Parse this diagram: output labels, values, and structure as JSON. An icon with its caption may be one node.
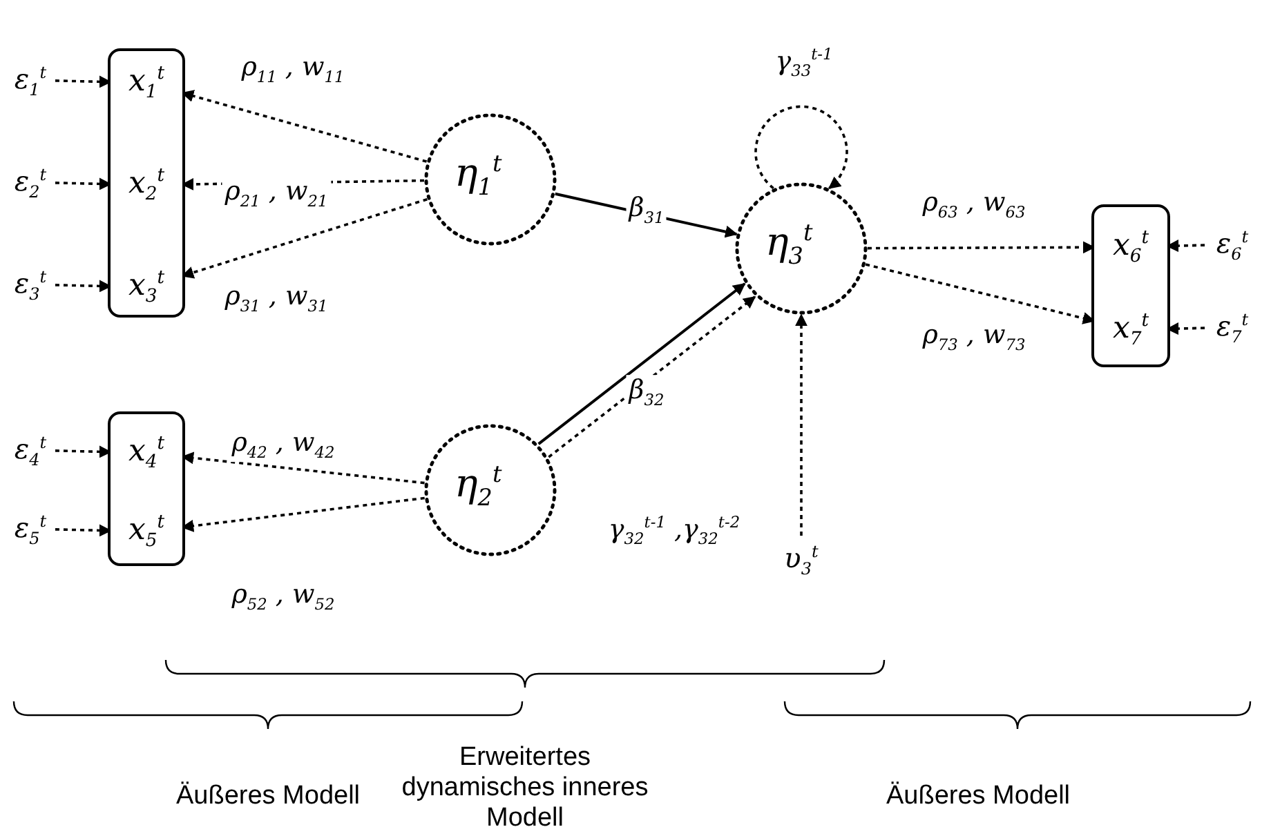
{
  "diagram": {
    "nodes": [
      {
        "text": [],
        "shape": "box"
      },
      {
        "text": [
          "x$_{1}$$^{t}$"
        ],
        "in": 0
      },
      {
        "text": [
          "x$_{2}$$^{t}$"
        ],
        "in": 0
      },
      {
        "text": [
          "x$_{3}$$^{t}$"
        ],
        "in": 0
      },
      {
        "text": [],
        "shape": "box"
      },
      {
        "text": [
          "x$_{4}$$^{t}$"
        ],
        "in": 4
      },
      {
        "text": [
          "x$_{5}$$^{t}$"
        ],
        "in": 4
      },
      {
        "text": [],
        "shape": "box"
      },
      {
        "text": [
          "x$_{6}$$^{t}$"
        ],
        "in": 7
      },
      {
        "text": [
          "x$_{7}$$^{t}$"
        ],
        "in": 7
      },
      {
        "text": [
          "ε$_{1}$$^{t}$"
        ]
      },
      {
        "text": [
          "ε$_{2}$$^{t}$"
        ]
      },
      {
        "text": [
          "ε$_{3}$$^{t}$"
        ]
      },
      {
        "text": [
          "ε$_{4}$$^{t}$"
        ]
      },
      {
        "text": [
          "ε$_{5}$$^{t}$"
        ]
      },
      {
        "text": [
          "ε$_{6}$$^{t}$"
        ]
      },
      {
        "text": [
          "ε$_{7}$$^{t}$"
        ]
      },
      {
        "text": [
          "η$_{1}$$^{t}$"
        ]
      },
      {
        "text": [
          "η$_{2}$$^{t}$"
        ]
      },
      {
        "text": [
          "η$_{3}$$^{t}$"
        ]
      },
      {
        "text": [
          "υ$_{3}$$^{t}$"
        ]
      }
    ],
    "edges": [
      {
        "from": 10,
        "to": 1,
        "arrow": "to",
        "style": "dashed"
      },
      {
        "from": 11,
        "to": 2,
        "arrow": "to",
        "style": "dashed"
      },
      {
        "from": 12,
        "to": 3,
        "arrow": "to",
        "style": "dashed"
      },
      {
        "from": 13,
        "to": 5,
        "arrow": "to",
        "style": "dashed"
      },
      {
        "from": 14,
        "to": 6,
        "arrow": "to",
        "style": "dashed"
      },
      {
        "from": 15,
        "to": 8,
        "arrow": "to",
        "style": "dashed"
      },
      {
        "from": 16,
        "to": 9,
        "arrow": "to",
        "style": "dashed"
      },
      {
        "from": 17,
        "to": 1,
        "arrow": "to",
        "label": "ρ$_{11}$ , w$_{11}$",
        "style": "dashed"
      },
      {
        "from": 17,
        "to": 2,
        "arrow": "to",
        "label": "ρ$_{21}$ , w$_{21}$",
        "style": "dashed"
      },
      {
        "from": 17,
        "to": 3,
        "arrow": "to",
        "label": "ρ$_{31}$ , w$_{31}$",
        "style": "dashed"
      },
      {
        "from": 18,
        "to": 5,
        "arrow": "to",
        "label": "ρ$_{42}$ , w$_{42}$",
        "style": "dashed"
      },
      {
        "from": 18,
        "to": 6,
        "arrow": "to",
        "label": "ρ$_{52}$ , w$_{52}$",
        "style": "dashed"
      },
      {
        "from": 19,
        "to": 8,
        "arrow": "to",
        "label": "ρ$_{63}$ , w$_{63}$",
        "style": "dashed"
      },
      {
        "from": 19,
        "to": 9,
        "arrow": "to",
        "label": "ρ$_{73}$ , w$_{73}$",
        "style": "dashed"
      },
      {
        "from": 17,
        "to": 19,
        "arrow": "to",
        "label": "β$_{31}$"
      },
      {
        "from": 18,
        "to": 19,
        "arrow": "to",
        "label": "β$_{32}$"
      },
      {
        "from": 18,
        "to": 19,
        "arrow": "to",
        "label": "γ$_{32}$$^{t-1}$ ,γ$_{32}$$^{t-2}$",
        "style": "dashed"
      },
      {
        "from": 19,
        "to": 19,
        "arrow": "to",
        "label": "γ$_{33}$$^{t-1}$",
        "style": "dashed"
      },
      {
        "from": 20,
        "to": 19,
        "arrow": "to",
        "style": "dashed"
      }
    ],
    "labels": [
      "Äußeres Modell",
      "Erweitertes dynamisches inneres Modell",
      "Äußeres Modell"
    ]
  }
}
